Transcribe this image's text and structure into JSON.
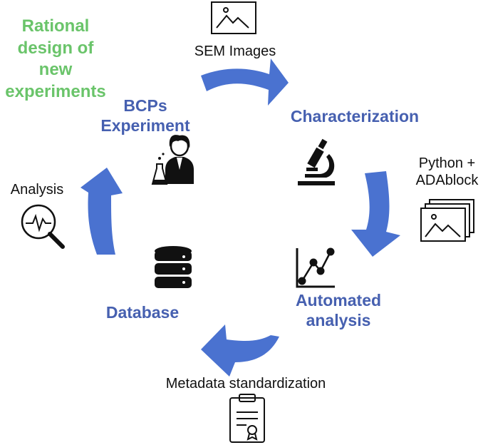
{
  "stages": {
    "bcp_experiment": "BCPs\nExperiment",
    "characterization": "Characterization",
    "automated_analysis": "Automated\nanalysis",
    "database": "Database"
  },
  "side_labels": {
    "rational_design": "Rational\ndesign of\nnew\nexperiments",
    "sem_images": "SEM Images",
    "python_adablock": "Python +\nADAblock",
    "metadata": "Metadata standardization",
    "analysis": "Analysis"
  },
  "colors": {
    "stage_text": "#4660b0",
    "arrow": "#4a72d0",
    "rational_text": "#6ac46a"
  },
  "icons": {
    "sem": "image-frame-icon",
    "microscope": "microscope-icon",
    "stack": "image-stack-icon",
    "plot": "line-plot-icon",
    "database": "database-icon",
    "certificate": "certificate-icon",
    "magnifier": "analysis-magnifier-icon",
    "scientist": "scientist-icon"
  }
}
